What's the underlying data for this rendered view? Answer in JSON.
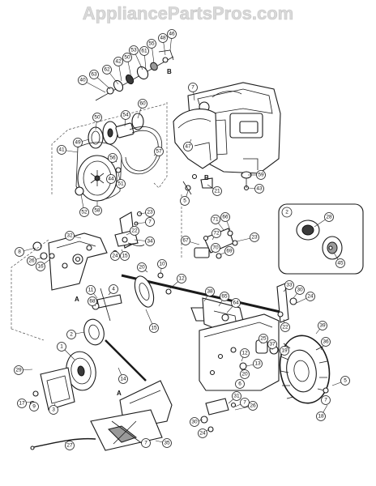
{
  "watermark": "AppliancePartsPros.com",
  "callouts": [
    "1",
    "2",
    "3",
    "4",
    "5",
    "6",
    "7",
    "8",
    "9",
    "10",
    "11",
    "12",
    "13",
    "14",
    "15",
    "16",
    "17",
    "18",
    "19",
    "20",
    "21",
    "22",
    "23",
    "24",
    "25",
    "26",
    "27",
    "28",
    "29",
    "30",
    "31",
    "32",
    "33",
    "34",
    "35",
    "36",
    "37",
    "38",
    "39",
    "40",
    "41",
    "42",
    "43",
    "44",
    "45",
    "46",
    "47",
    "48",
    "49",
    "50",
    "51",
    "52",
    "53",
    "54",
    "55",
    "56",
    "57",
    "58",
    "59",
    "60",
    "61",
    "62",
    "63",
    "64",
    "65",
    "66",
    "67",
    "68",
    "69",
    "70",
    "71",
    "72"
  ],
  "markers": [
    "A",
    "B"
  ],
  "inset_label": "2"
}
